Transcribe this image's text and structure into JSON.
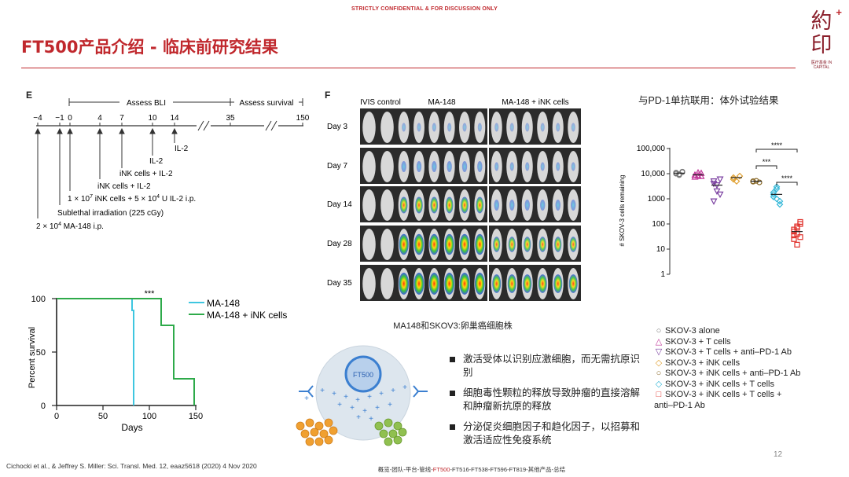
{
  "header": {
    "confidential": "STRICTLY CONFIDENTIAL & FOR DISCUSSION ONLY",
    "title": "FT500产品介绍 - 临床前研究结果",
    "logo_chars": [
      "約",
      "印"
    ],
    "logo_plus": "+",
    "logo_sub": "医疗基金 IN CAPITAL",
    "accent_color": "#c0282d"
  },
  "panel_e": {
    "label": "E",
    "timeline": {
      "ticks": [
        "−4",
        "−1",
        "0",
        "4",
        "7",
        "10",
        "14",
        "35",
        "150"
      ],
      "assess_bli": "Assess BLI",
      "assess_survival": "Assess survival",
      "annotations": {
        "il2_a": "IL-2",
        "il2_b": "IL-2",
        "ink_il2_a": "iNK cells + IL-2",
        "ink_il2_b": "iNK cells + IL-2",
        "dose_prefix": "1 × 10",
        "dose_exp1": "7",
        "dose_mid": " iNK cells + 5 × 10",
        "dose_exp2": "4",
        "dose_suffix": " U IL-2 i.p.",
        "irradiation": "Sublethal irradiation (225 cGy)",
        "ma_prefix": "2 × 10",
        "ma_exp": "4",
        "ma_suffix": " MA-148 i.p."
      }
    },
    "survival": {
      "ylabel": "Percent survival",
      "xlabel": "Days",
      "yticks": [
        "0",
        "50",
        "100"
      ],
      "xticks": [
        "0",
        "50",
        "100",
        "150"
      ],
      "significance": "***",
      "legend": [
        "MA-148",
        "MA-148 + iNK cells"
      ],
      "colors": [
        "#3ec6e0",
        "#2eaa4a"
      ]
    }
  },
  "panel_f": {
    "label": "F",
    "columns": [
      "IVIS control",
      "MA-148",
      "MA-148 + iNK cells"
    ],
    "rows": [
      "Day 3",
      "Day 7",
      "Day 14",
      "Day 28",
      "Day 35"
    ],
    "caption": "MA148和SKOV3:卵巢癌细胞株"
  },
  "panel_pd1": {
    "title": "与PD-1单抗联用：体外试验结果",
    "ylabel": "# SKOV-3 cells remaining",
    "yticks": [
      "1",
      "10",
      "100",
      "1000",
      "10,000",
      "100,000"
    ],
    "significance": [
      "****",
      "***",
      "****"
    ],
    "legend": [
      {
        "mark": "○",
        "color": "#777777",
        "label": "SKOV-3 alone"
      },
      {
        "mark": "△",
        "color": "#c2379a",
        "label": "SKOV-3 + T cells"
      },
      {
        "mark": "▽",
        "color": "#7a3fa0",
        "label": "SKOV-3 + T cells + anti–PD-1 Ab"
      },
      {
        "mark": "◇",
        "color": "#e0a030",
        "label": "SKOV-3 + iNK cells"
      },
      {
        "mark": "○",
        "color": "#8a6a2a",
        "label": "SKOV-3 + iNK cells + anti–PD-1 Ab"
      },
      {
        "mark": "◇",
        "color": "#35b8d8",
        "label": "SKOV-3 + iNK cells + T cells"
      },
      {
        "mark": "□",
        "color": "#e0302a",
        "label": "SKOV-3 + iNK cells + T cells +"
      }
    ],
    "legend_cont": "anti–PD-1 Ab"
  },
  "mechanism": {
    "cell_label": "FT500",
    "bullets": [
      "激活受体以识别应激细胞，而无需抗原识别",
      "细胞毒性颗粒的释放导致肿瘤的直接溶解和肿瘤新抗原的释放",
      "分泌促炎细胞因子和趋化因子，以招募和激活适应性免疫系统"
    ]
  },
  "footer": {
    "citation": "Cichocki et al., &  Jeffrey S. Miller: Sci. Transl. Med. 12, eaaz5618 (2020) 4 Nov 2020",
    "nav_before": "概览-团队-平台-管线-",
    "nav_current": "FT500",
    "nav_after": "-FT516-FT538-FT596-FT819-其他产品-总结",
    "page_number": "12"
  }
}
